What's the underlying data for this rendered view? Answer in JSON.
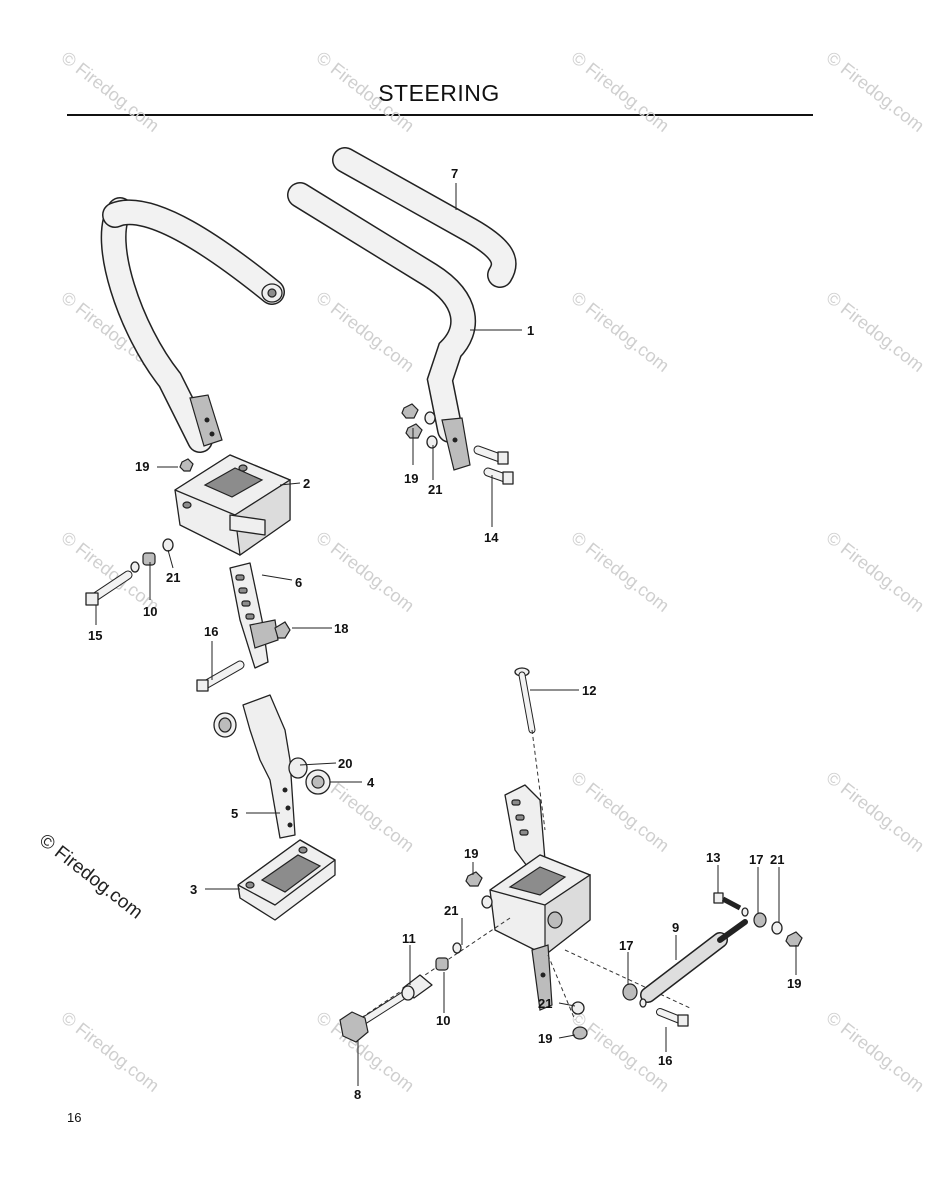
{
  "page": {
    "title": "STEERING",
    "page_number": "16",
    "copyright": "© Firedog.com",
    "watermark": "© Firedog.com"
  },
  "callouts": {
    "c1": "1",
    "c2": "2",
    "c3": "3",
    "c4": "4",
    "c5": "5",
    "c6": "6",
    "c7": "7",
    "c8": "8",
    "c9": "9",
    "c10a": "10",
    "c10b": "10",
    "c11": "11",
    "c12": "12",
    "c13": "13",
    "c14": "14",
    "c15": "15",
    "c16a": "16",
    "c16b": "16",
    "c17a": "17",
    "c17b": "17",
    "c18": "18",
    "c19a": "19",
    "c19b": "19",
    "c19c": "19",
    "c19d": "19",
    "c19e": "19",
    "c20": "20",
    "c21a": "21",
    "c21b": "21",
    "c21c": "21",
    "c21d": "21",
    "c21e": "21"
  },
  "colors": {
    "line": "#222222",
    "watermark": "#cfcfcf",
    "shade": "#8c8c8c"
  }
}
